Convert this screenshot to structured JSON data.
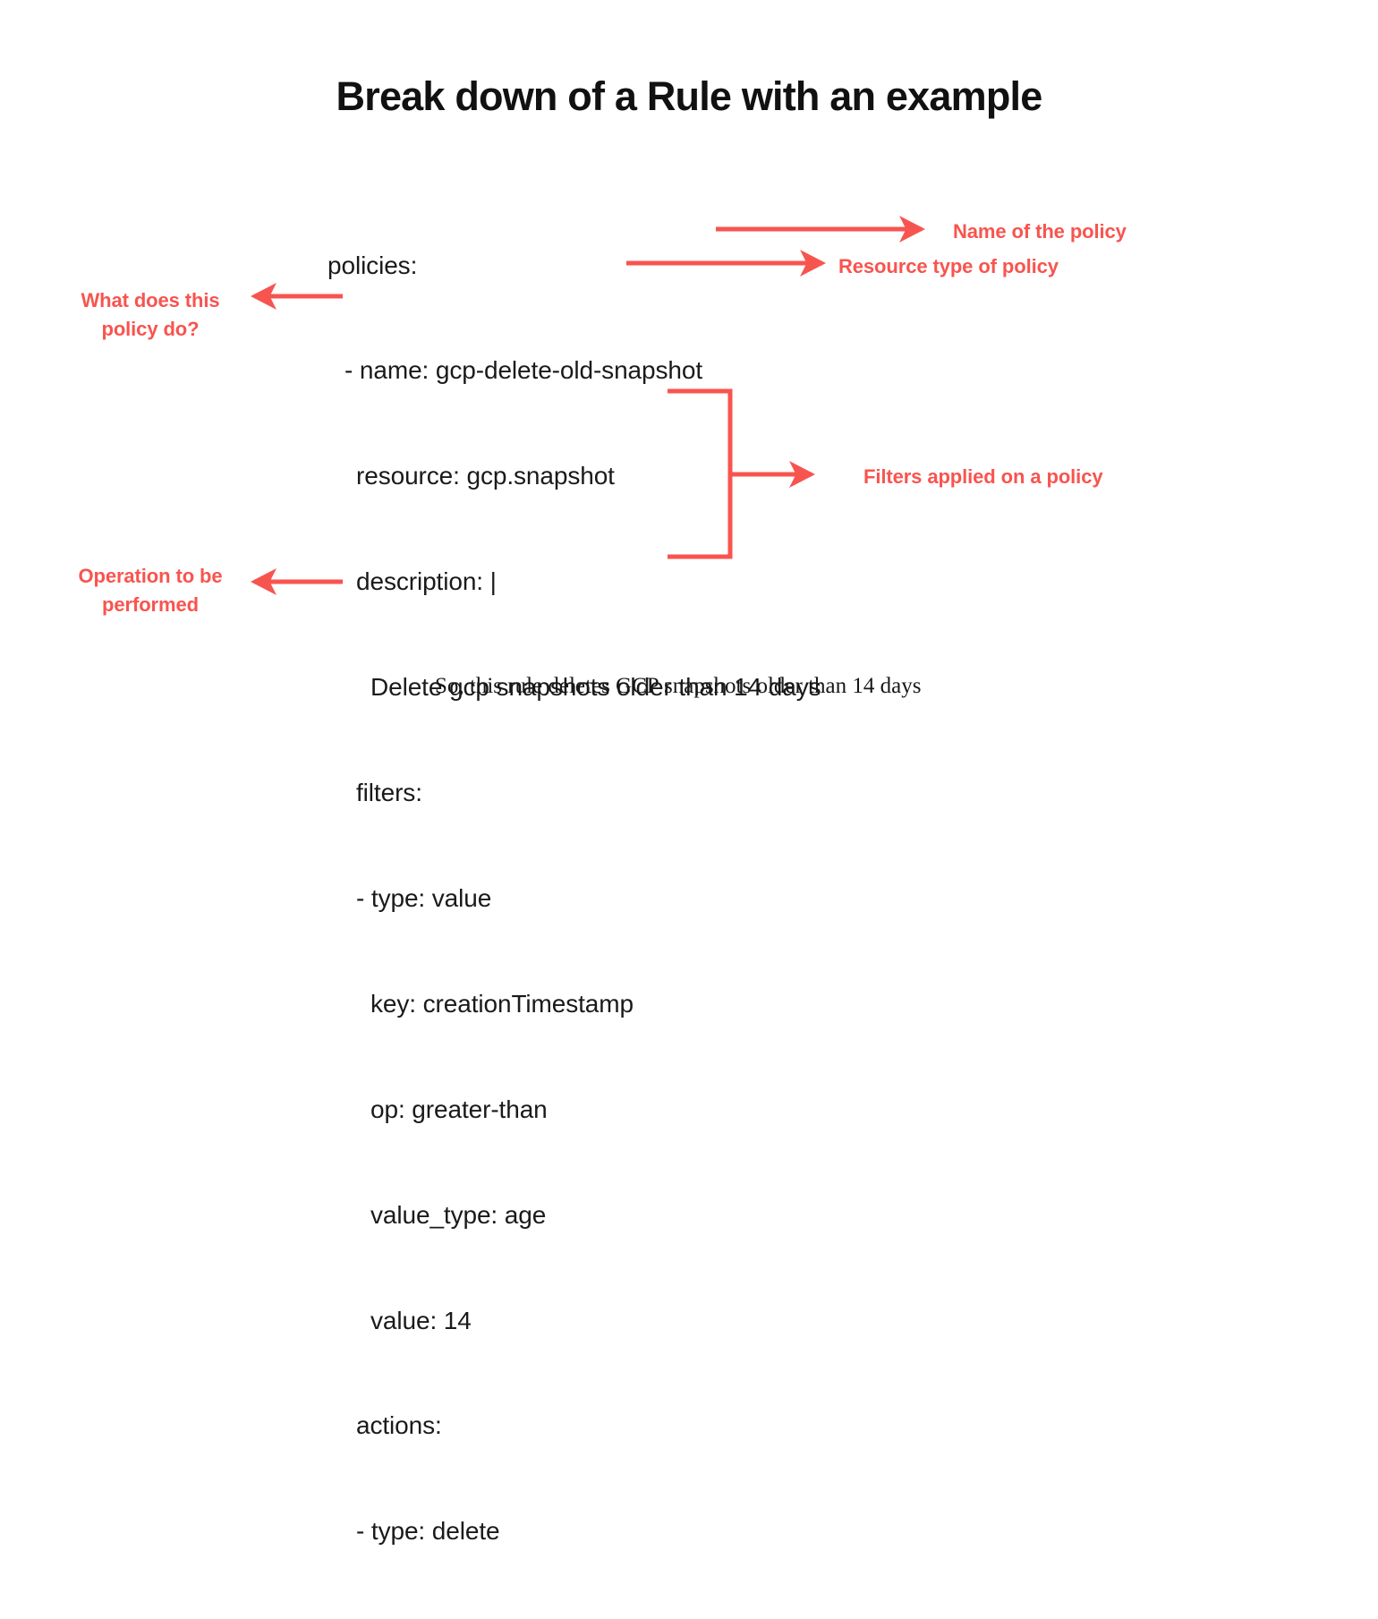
{
  "page": {
    "title": "Break down of a Rule with an example",
    "background_color": "#ffffff",
    "accent_color": "#F8544F",
    "text_color": "#1a1a1a"
  },
  "yaml": {
    "lines": [
      {
        "text": "policies:",
        "indent": 0
      },
      {
        "text": "- name: gcp-delete-old-snapshot",
        "indent": 1
      },
      {
        "text": "resource: gcp.snapshot",
        "indent": 2
      },
      {
        "text": "description: |",
        "indent": 2
      },
      {
        "text": "Delete gcp snapshots older than 14 days",
        "indent": 3
      },
      {
        "text": "filters:",
        "indent": 2
      },
      {
        "text": "- type: value",
        "indent": 2
      },
      {
        "text": "key: creationTimestamp",
        "indent": 3
      },
      {
        "text": "op: greater-than",
        "indent": 3
      },
      {
        "text": "value_type: age",
        "indent": 3
      },
      {
        "text": "value: 14",
        "indent": 3
      },
      {
        "text": "actions:",
        "indent": 2
      },
      {
        "text": "- type: delete",
        "indent": 2
      }
    ]
  },
  "annotations": {
    "name_of_policy": "Name of the policy",
    "resource_type": "Resource type of policy",
    "what_does_policy_do": "What does this policy do?",
    "filters_applied": "Filters applied on a policy",
    "operation_performed": "Operation to be performed"
  },
  "caption": {
    "text": "So, this rule deletes GCP snapshots older than 14 days"
  }
}
